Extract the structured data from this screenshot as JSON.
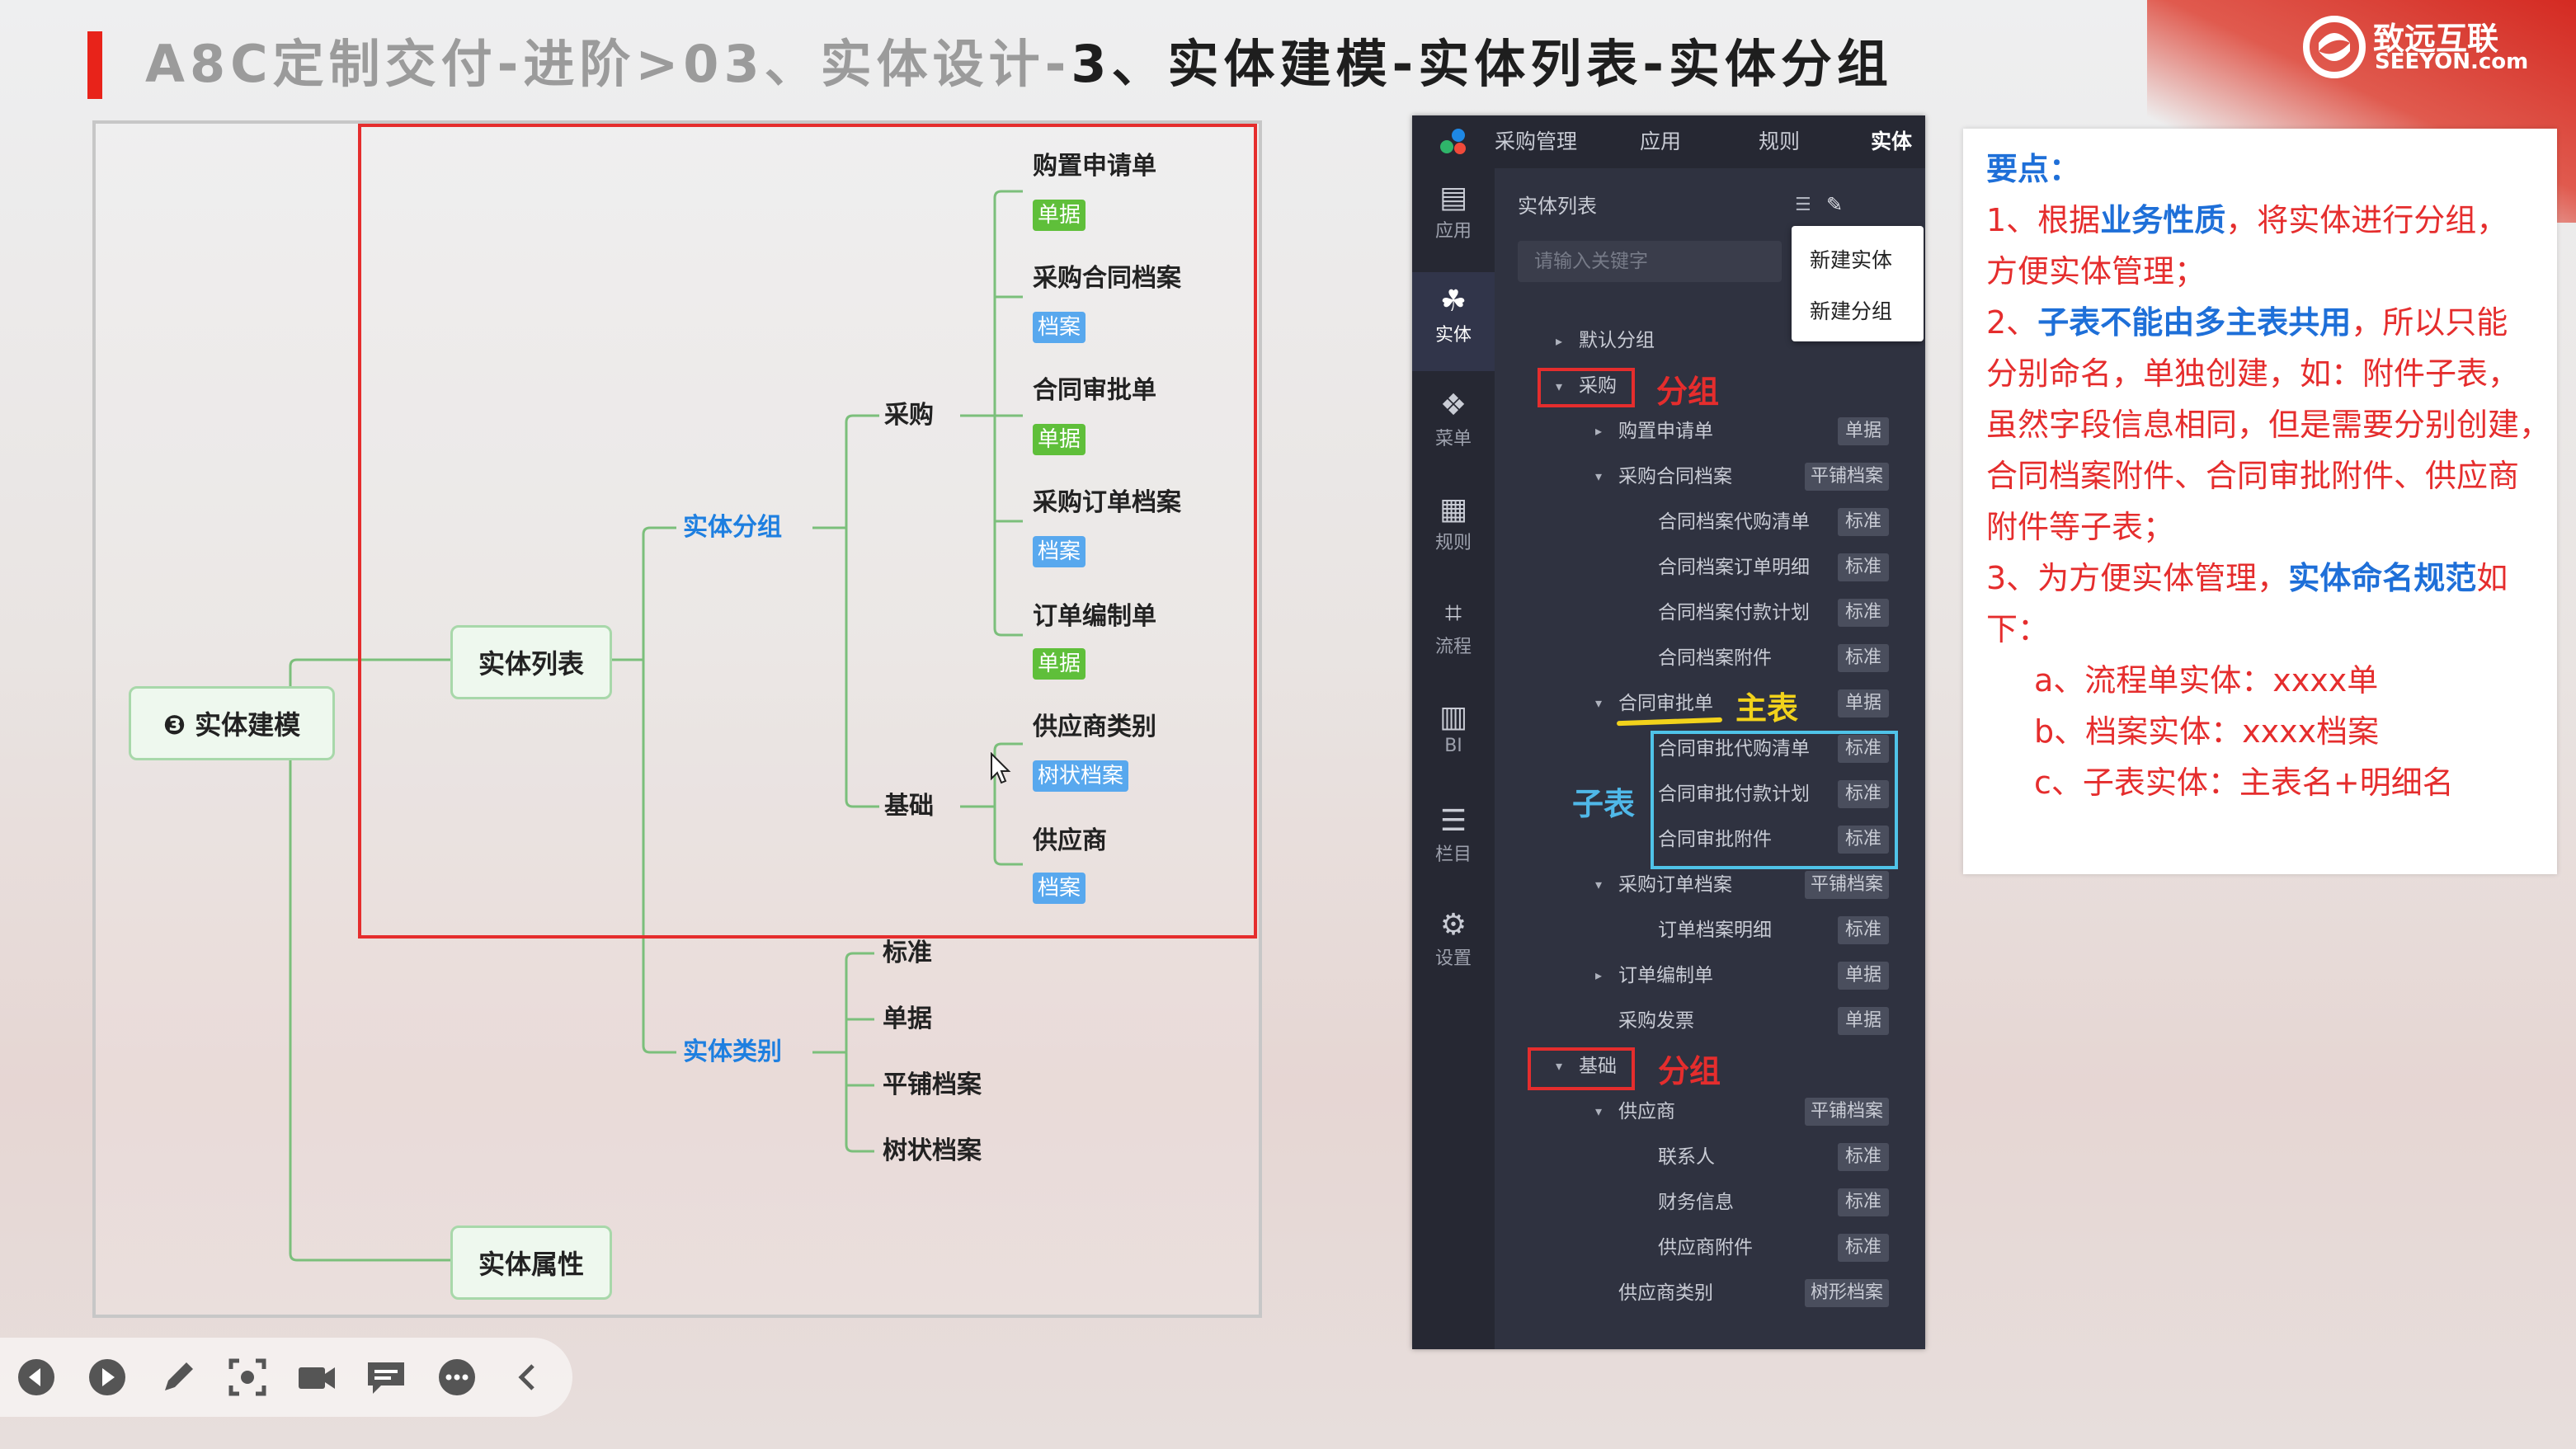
{
  "header": {
    "title_grey": "A8C定制交付-进阶>03、实体设计-",
    "title_dark": "3、实体建模-实体列表-实体分组",
    "logo_cn": "致远互联",
    "logo_en": "SEEYON.com",
    "accent_color": "#e8231a"
  },
  "mindmap": {
    "root": "❸ 实体建模",
    "entity_list": "实体列表",
    "entity_attr": "实体属性",
    "entity_group": "实体分组",
    "entity_type": "实体类别",
    "purchase": "采购",
    "basic": "基础",
    "items": [
      {
        "label": "购置申请单",
        "tag": "单据",
        "tag_color": "green"
      },
      {
        "label": "采购合同档案",
        "tag": "档案",
        "tag_color": "blue"
      },
      {
        "label": "合同审批单",
        "tag": "单据",
        "tag_color": "green"
      },
      {
        "label": "采购订单档案",
        "tag": "档案",
        "tag_color": "blue"
      },
      {
        "label": "订单编制单",
        "tag": "单据",
        "tag_color": "green"
      },
      {
        "label": "供应商类别",
        "tag": "树状档案",
        "tag_color": "blue"
      },
      {
        "label": "供应商",
        "tag": "档案",
        "tag_color": "blue"
      }
    ],
    "types": [
      "标准",
      "单据",
      "平铺档案",
      "树状档案"
    ]
  },
  "app": {
    "nav_tabs": [
      "采购管理",
      "应用",
      "规则",
      "实体"
    ],
    "side": [
      {
        "icon": "app-icon",
        "glyph": "▤",
        "label": "应用"
      },
      {
        "icon": "entity-icon",
        "glyph": "☘",
        "label": "实体"
      },
      {
        "icon": "menu-icon",
        "glyph": "❖",
        "label": "菜单"
      },
      {
        "icon": "rule-icon",
        "glyph": "▦",
        "label": "规则"
      },
      {
        "icon": "flow-icon",
        "glyph": "⌗",
        "label": "流程"
      },
      {
        "icon": "bi-icon",
        "glyph": "▥",
        "label": "BI"
      },
      {
        "icon": "column-icon",
        "glyph": "☰",
        "label": "栏目"
      },
      {
        "icon": "settings-icon",
        "glyph": "⚙",
        "label": "设置"
      }
    ],
    "list_title": "实体列表",
    "search_placeholder": "请输入关键字",
    "popup": [
      "新建实体",
      "新建分组"
    ],
    "tree": [
      {
        "label": "默认分组",
        "tag": ""
      },
      {
        "label": "采购",
        "tag": ""
      },
      {
        "label": "购置申请单",
        "tag": "单据"
      },
      {
        "label": "采购合同档案",
        "tag": "平铺档案"
      },
      {
        "label": "合同档案代购清单",
        "tag": "标准"
      },
      {
        "label": "合同档案订单明细",
        "tag": "标准"
      },
      {
        "label": "合同档案付款计划",
        "tag": "标准"
      },
      {
        "label": "合同档案附件",
        "tag": "标准"
      },
      {
        "label": "合同审批单",
        "tag": "单据"
      },
      {
        "label": "合同审批代购清单",
        "tag": "标准"
      },
      {
        "label": "合同审批付款计划",
        "tag": "标准"
      },
      {
        "label": "合同审批附件",
        "tag": "标准"
      },
      {
        "label": "采购订单档案",
        "tag": "平铺档案"
      },
      {
        "label": "订单档案明细",
        "tag": "标准"
      },
      {
        "label": "订单编制单",
        "tag": "单据"
      },
      {
        "label": "采购发票",
        "tag": "单据"
      },
      {
        "label": "基础",
        "tag": ""
      },
      {
        "label": "供应商",
        "tag": "平铺档案"
      },
      {
        "label": "联系人",
        "tag": "标准"
      },
      {
        "label": "财务信息",
        "tag": "标准"
      },
      {
        "label": "供应商附件",
        "tag": "标准"
      },
      {
        "label": "供应商类别",
        "tag": "树形档案"
      }
    ],
    "annot_group": "分组",
    "annot_main": "主表",
    "annot_sub": "子表"
  },
  "notes": {
    "heading": "要点：",
    "l1a": "1、根据",
    "l1b": "业务性质",
    "l1c": "，将实体进行分组，",
    "l2": "方便实体管理；",
    "l3a": "2、",
    "l3b": "子表不能由多主表共用",
    "l3c": "，所以只能",
    "l4": "分别命名，单独创建，如：附件子表，",
    "l5": "虽然字段信息相同，但是需要分别创建，",
    "l6": "合同档案附件、合同审批附件、供应商",
    "l7": "附件等子表；",
    "l8a": "3、为方便实体管理，",
    "l8b": "实体命名规范",
    "l8c": "如",
    "l9": "下：",
    "l10": "a、流程单实体：xxxx单",
    "l11": "b、档案实体：xxxx档案",
    "l12": "c、子表实体：主表名+明细名"
  },
  "toolbar": [
    "prev-icon",
    "play-icon",
    "pen-icon",
    "screenshot-icon",
    "camera-icon",
    "comment-icon",
    "more-icon",
    "collapse-icon"
  ]
}
